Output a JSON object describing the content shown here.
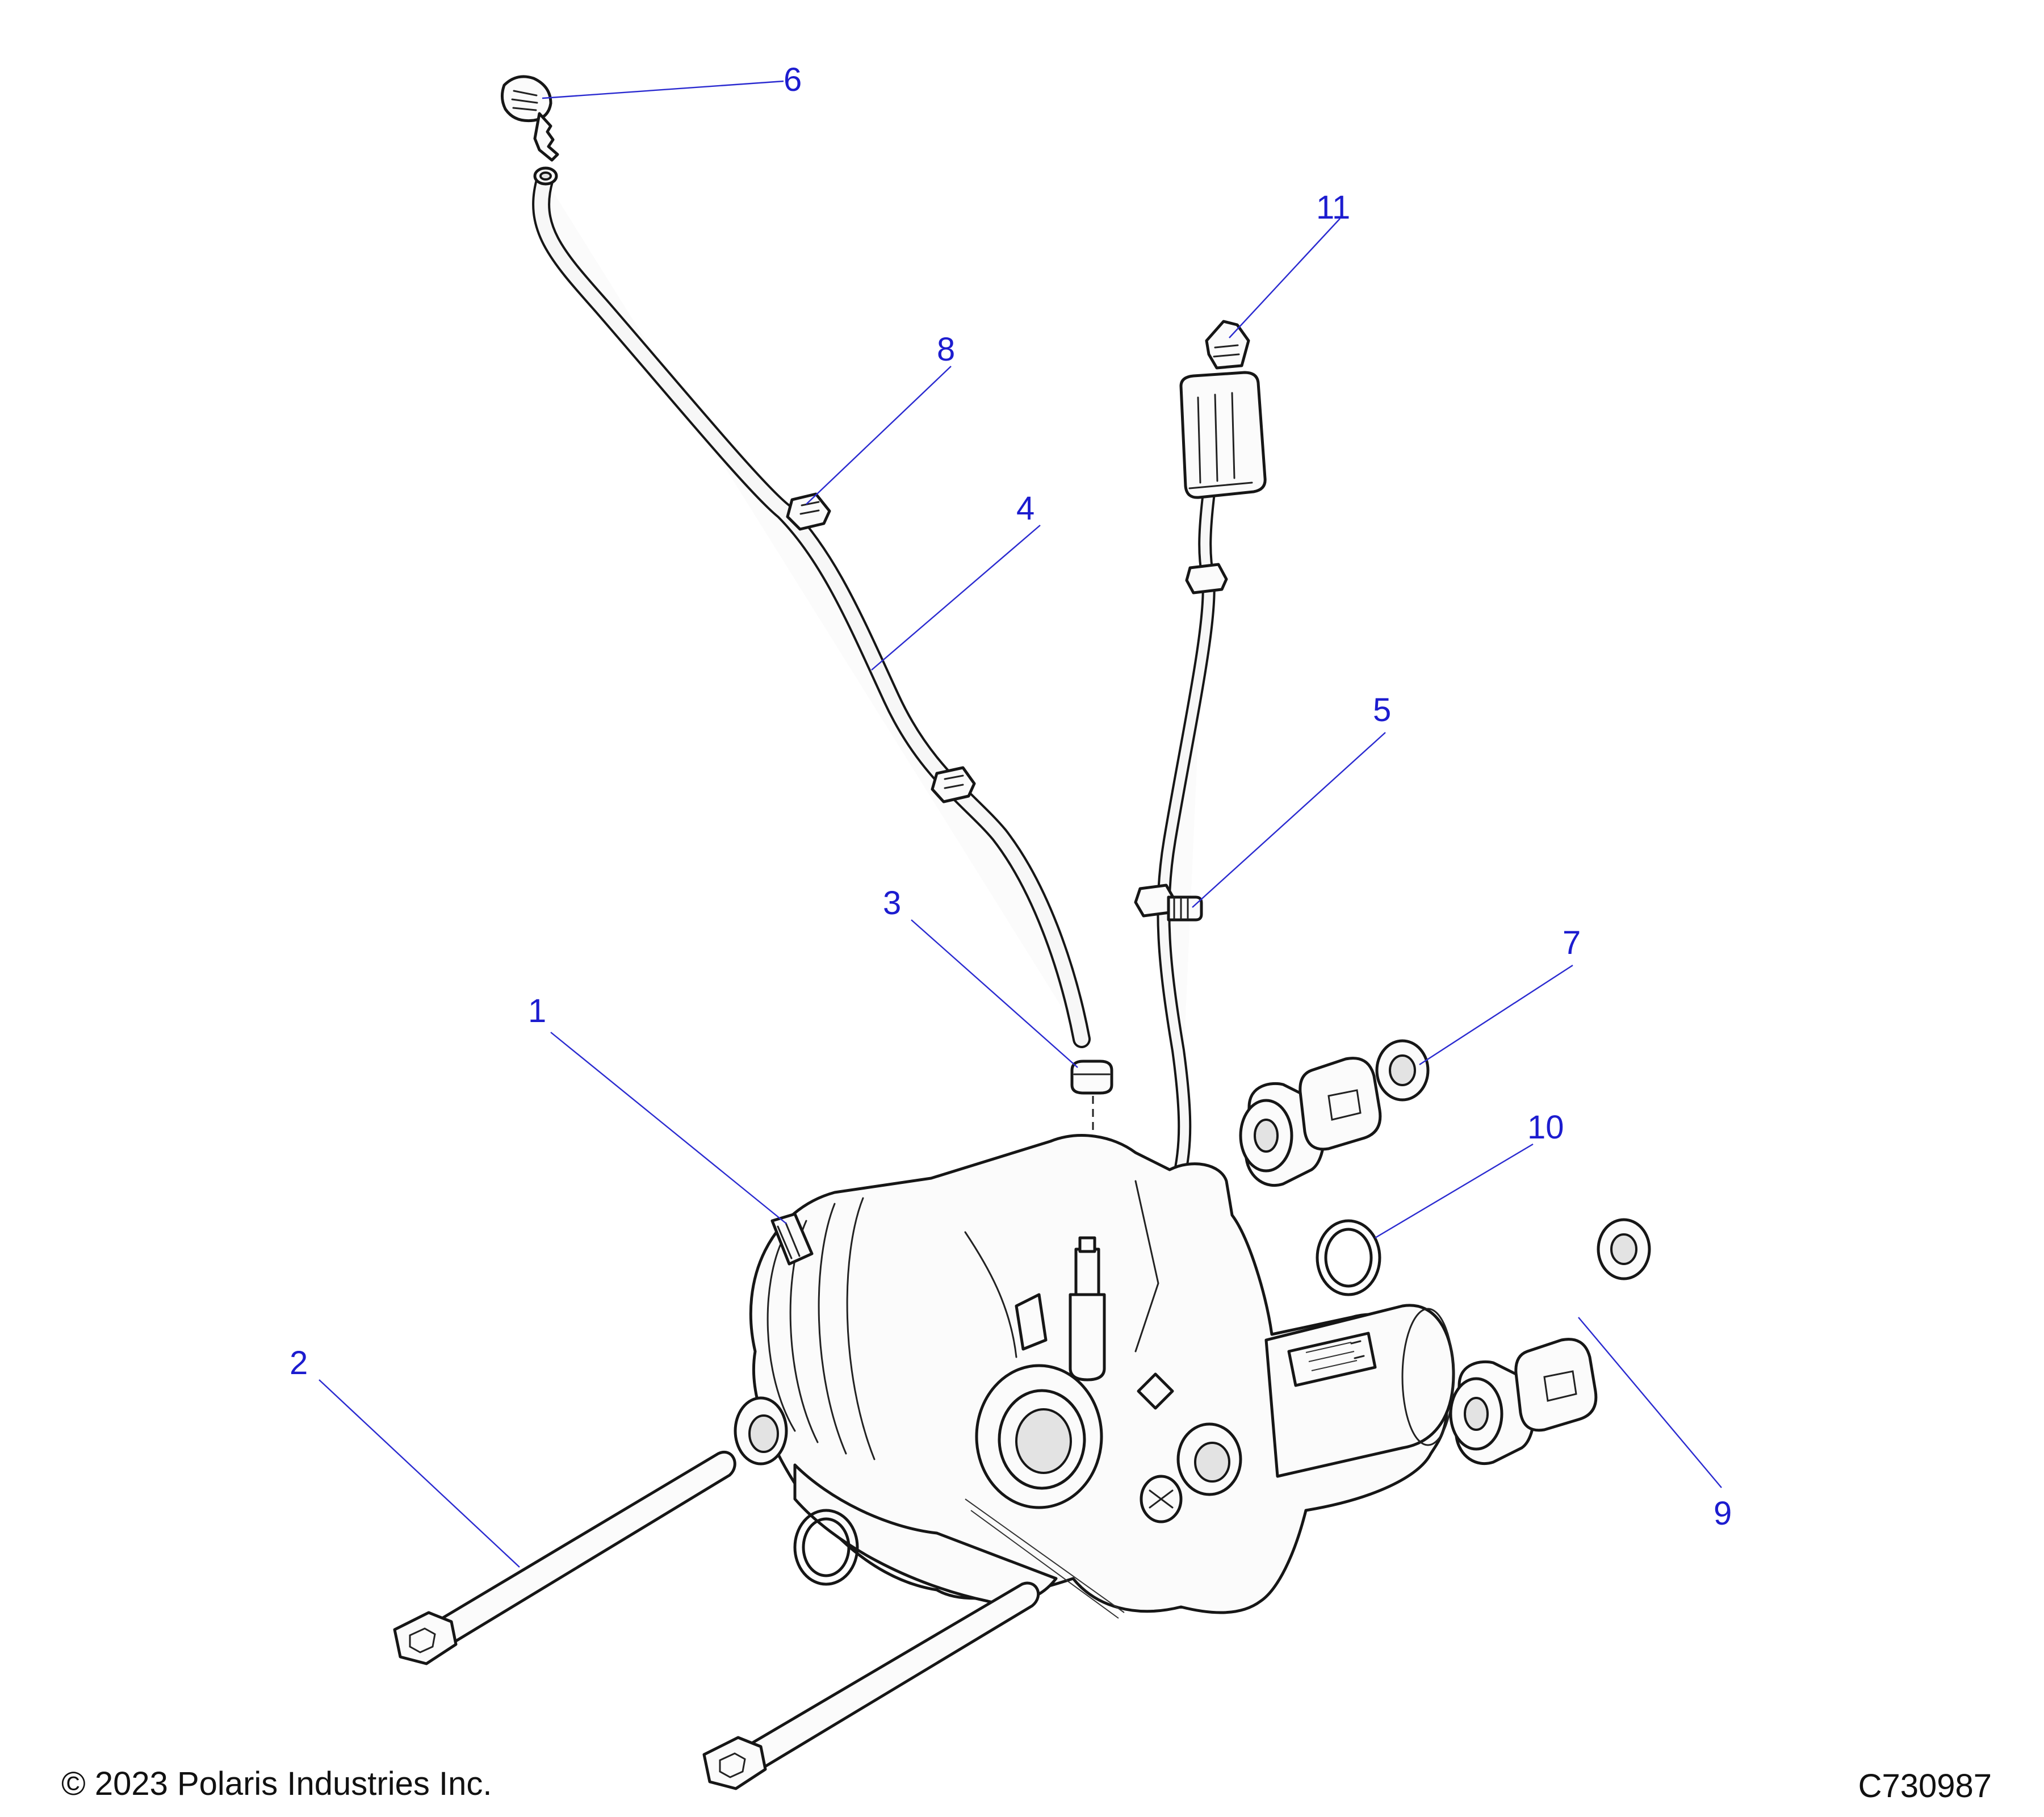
{
  "callouts": [
    {
      "id": "1",
      "label": "1"
    },
    {
      "id": "2",
      "label": "2"
    },
    {
      "id": "3",
      "label": "3"
    },
    {
      "id": "4",
      "label": "4"
    },
    {
      "id": "5",
      "label": "5"
    },
    {
      "id": "6",
      "label": "6"
    },
    {
      "id": "7",
      "label": "7"
    },
    {
      "id": "8",
      "label": "8"
    },
    {
      "id": "9",
      "label": "9"
    },
    {
      "id": "10",
      "label": "10"
    },
    {
      "id": "11",
      "label": "11"
    }
  ],
  "footer": {
    "copyright": "© 2023 Polaris Industries Inc.",
    "drawing_id": "C730987"
  },
  "colors": {
    "callout": "#1c1ccf",
    "line_art": "#161616"
  }
}
